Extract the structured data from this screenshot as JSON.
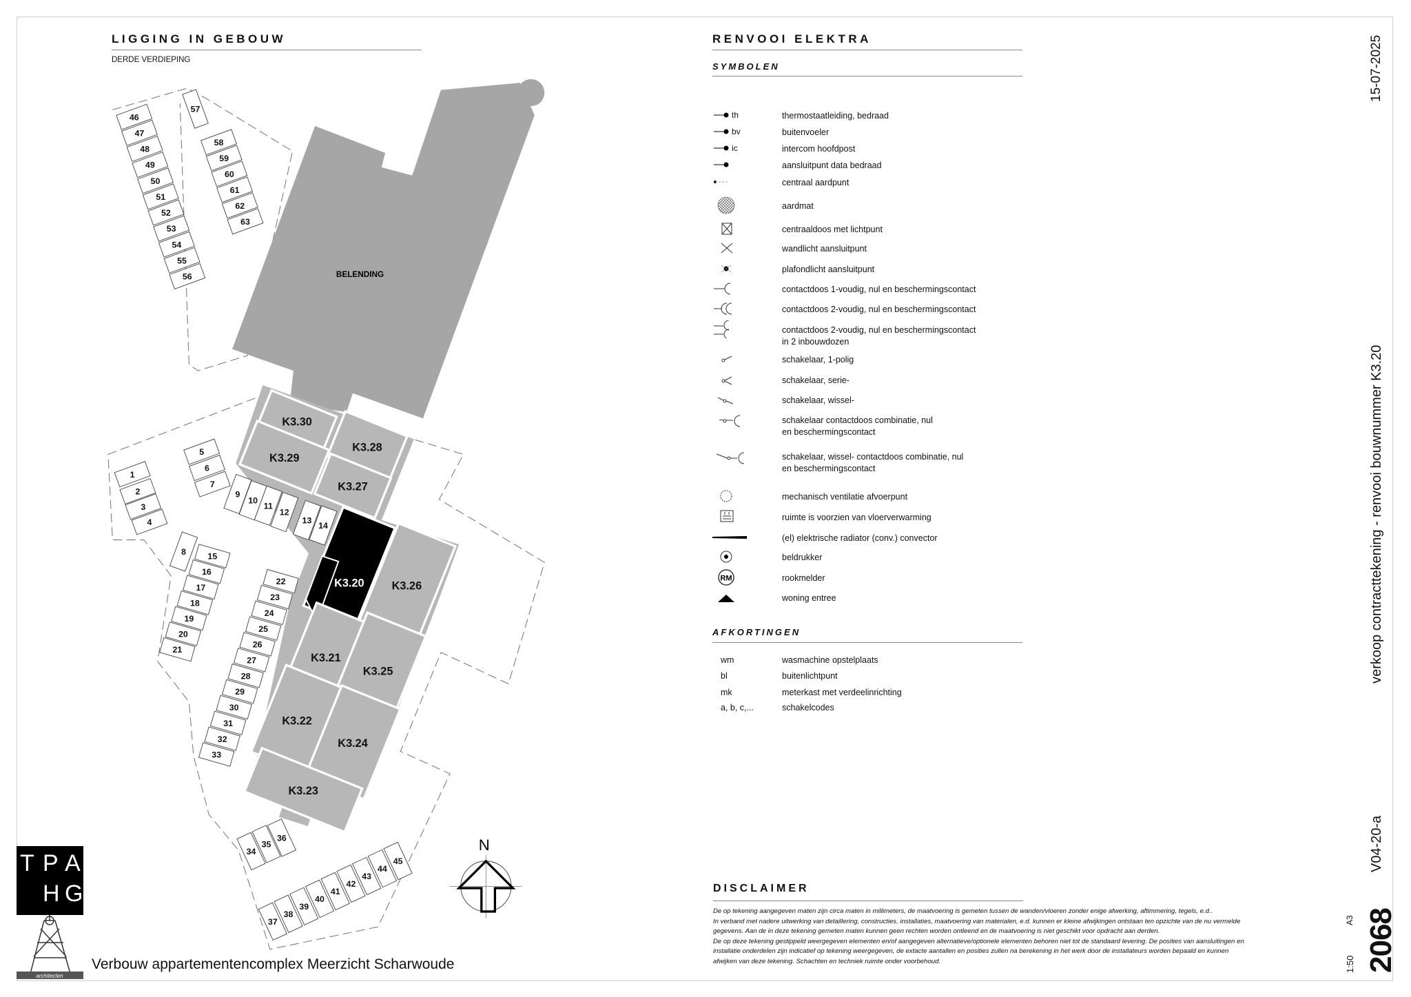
{
  "left_header": {
    "title": "LIGGING  IN  GEBOUW",
    "subtitle": "DERDE VERDIEPING"
  },
  "plan": {
    "neighbour_label": "BELENDING",
    "units": [
      "K3.30",
      "K3.29",
      "K3.28",
      "K3.27",
      "K3.20",
      "K3.26",
      "K3.21",
      "K3.25",
      "K3.22",
      "K3.24",
      "K3.23"
    ],
    "highlighted_unit": "K3.20",
    "storage": [
      "1",
      "2",
      "3",
      "4",
      "5",
      "6",
      "7",
      "8",
      "9",
      "10",
      "11",
      "12",
      "13",
      "14",
      "15",
      "16",
      "17",
      "18",
      "19",
      "20",
      "21",
      "22",
      "23",
      "24",
      "25",
      "26",
      "27",
      "28",
      "29",
      "30",
      "31",
      "32",
      "33",
      "34",
      "35",
      "36",
      "37",
      "38",
      "39",
      "40",
      "41",
      "42",
      "43",
      "44",
      "45",
      "46",
      "47",
      "48",
      "49",
      "50",
      "51",
      "52",
      "53",
      "54",
      "55",
      "56",
      "57",
      "58",
      "59",
      "60",
      "61",
      "62",
      "63"
    ],
    "north_label": "N",
    "colors": {
      "unit": "#b7b7b7",
      "neighbour": "#a6a6a6",
      "highlight": "#000000"
    }
  },
  "right_header": {
    "title": "RENVOOI  ELEKTRA",
    "symbols_heading": "SYMBOLEN",
    "abbr_heading": "AFKORTINGEN"
  },
  "symbols": [
    {
      "icon": "thermostat-wire-icon",
      "code": "th",
      "label": "thermostaatleiding, bedraad"
    },
    {
      "icon": "outdoor-sensor-icon",
      "code": "bv",
      "label": "buitenvoeler"
    },
    {
      "icon": "intercom-icon",
      "code": "ic",
      "label": "intercom hoofdpost"
    },
    {
      "icon": "data-point-icon",
      "code": "",
      "label": "aansluitpunt data bedraad"
    },
    {
      "icon": "ground-point-icon",
      "code": "",
      "label": "centraal aardpunt"
    },
    {
      "icon": "ground-mat-icon",
      "code": "",
      "label": "aardmat"
    },
    {
      "icon": "junction-box-light-icon",
      "code": "",
      "label": "centraaldoos met lichtpunt"
    },
    {
      "icon": "wall-light-icon",
      "code": "",
      "label": "wandlicht aansluitpunt"
    },
    {
      "icon": "ceiling-light-icon",
      "code": "",
      "label": "plafondlicht aansluitpunt"
    },
    {
      "icon": "socket-single-icon",
      "code": "",
      "label": "contactdoos 1-voudig, nul en beschermingscontact"
    },
    {
      "icon": "socket-double-icon",
      "code": "",
      "label": "contactdoos 2-voudig, nul en beschermingscontact"
    },
    {
      "icon": "socket-double-two-boxes-icon",
      "code": "",
      "label": "contactdoos 2-voudig, nul en beschermingscontact",
      "label2": "in 2 inbouwdozen"
    },
    {
      "icon": "switch-single-icon",
      "code": "",
      "label": "schakelaar, 1-polig"
    },
    {
      "icon": "switch-series-icon",
      "code": "",
      "label": "schakelaar, serie-"
    },
    {
      "icon": "switch-two-way-icon",
      "code": "",
      "label": "schakelaar, wissel-"
    },
    {
      "icon": "switch-socket-combo-icon",
      "code": "",
      "label": "schakelaar contactdoos combinatie, nul",
      "label2": "en beschermingscontact"
    },
    {
      "icon": "two-way-switch-socket-combo-icon",
      "code": "",
      "label": "schakelaar, wissel- contactdoos combinatie, nul",
      "label2": "en beschermingscontact"
    },
    {
      "icon": "ventilation-exhaust-icon",
      "code": "",
      "label": "mechanisch ventilatie afvoerpunt"
    },
    {
      "icon": "floor-heating-icon",
      "code": "",
      "label": "ruimte is voorzien van vloerverwarming"
    },
    {
      "icon": "electric-radiator-icon",
      "code": "",
      "label": "(el) elektrische radiator (conv.) convector"
    },
    {
      "icon": "doorbell-icon",
      "code": "",
      "label": "beldrukker"
    },
    {
      "icon": "smoke-detector-icon",
      "code": "RM",
      "label": "rookmelder"
    },
    {
      "icon": "entrance-triangle-icon",
      "code": "",
      "label": "woning entree"
    }
  ],
  "abbreviations": [
    {
      "abbr": "wm",
      "desc": "wasmachine opstelplaats"
    },
    {
      "abbr": "bl",
      "desc": "buitenlichtpunt"
    },
    {
      "abbr": "mk",
      "desc": "meterkast met verdeelinrichting"
    },
    {
      "abbr": "a, b, c,...",
      "desc": "schakelcodes"
    }
  ],
  "disclaimer": {
    "heading": "DISCLAIMER",
    "lines": [
      "De op tekening aangegeven maten zijn circa maten in millimeters, de maatvoering is gemeten tussen de wanden/vloeren zonder enige afwerking, aftimmering, tegels, e.d..",
      "In verband met nadere uitwerking van detaillering, constructies, installaties, maatvoering van materialen, e.d. kunnen er kleine afwijkingen ontstaan ten opzichte van de nu vermelde",
      "gegevens. Aan de in deze tekening gemeten maten kunnen geen rechten worden ontleend en de maatvoering is niet geschikt voor opdracht aan derden.",
      "De op deze tekening gestippeld weergegeven elementen en/of aangegeven alternatieve/optionele elementen behoren niet tot de standaard levering. De posities van aansluitingen en",
      "installatie onderdelen zijn indicatief op tekening weergegeven, de extacte aantallen en posities zullen na berekening in het werk door de installateurs worden bepaald en kunnen",
      "afwijken van deze tekening. Schachten en techniek ruimte onder voorbehoud."
    ]
  },
  "title_block": {
    "date": "15-07-2025",
    "drawing_title": "verkoop contracttekening - renvooi bouwnummer K3.20",
    "revision": "V04-20-a",
    "project_number": "2068",
    "paper": "A3",
    "scale": "1:50"
  },
  "logo": {
    "letters": [
      "T",
      "P",
      "A",
      "H",
      "G"
    ],
    "caption": "architecten"
  },
  "project": {
    "name": "Verbouw appartementencomplex Meerzicht Scharwoude"
  }
}
